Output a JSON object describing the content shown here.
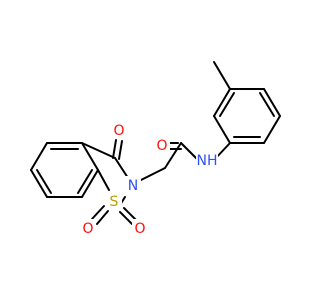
{
  "molecule": {
    "atom_labels": {
      "ketone_oxygen": "O",
      "amide_oxygen": "O",
      "ring_nitrogen": "N",
      "amide_nh": "NH",
      "sulfur": "S",
      "sulfonyl_oxygen_left": "O",
      "sulfonyl_oxygen_right": "O"
    },
    "colors": {
      "bond": "#000000",
      "oxygen": "#ff0d0d",
      "nitrogen": "#3050f8",
      "sulfur": "#b8a000",
      "background": "#ffffff"
    }
  }
}
